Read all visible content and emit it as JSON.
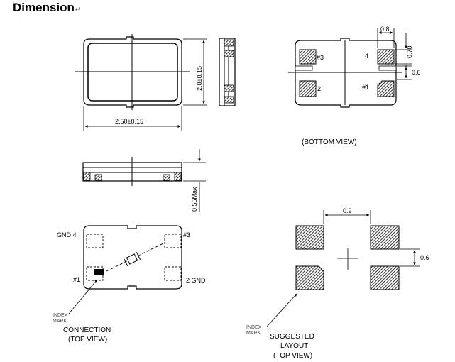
{
  "header": {
    "title": "Dimension",
    "return_mark": "↵",
    "tiny_mark": "·"
  },
  "top_view": {
    "width_dim": "2.50±0.15",
    "height_dim": "2.0±0.15"
  },
  "side_view": {
    "thickness_dim": "0.55Max"
  },
  "bottom_view": {
    "pad_width_dim": "0.8",
    "pad_height_dim": "0.70",
    "gap_dim": "0.6",
    "pad3_label": "#3",
    "pad4_label": "4",
    "pad2_label": "2",
    "pad1_label": "#1",
    "caption": "(BOTTOM VIEW)"
  },
  "connection": {
    "gnd4_label": "GND 4",
    "pad3_label": "#3",
    "pad1_label": "#1",
    "gnd2_label": "2 GND",
    "index_line1": "INDEX",
    "index_line2": "MARK",
    "caption_line1": "CONNECTION",
    "caption_line2": "(TOP VIEW)"
  },
  "layout": {
    "pitch_dim": "0.9",
    "pad_dim": "0.6",
    "index_line1": "INDEX",
    "index_line2": "MARK",
    "caption_line1": "SUGGESTED",
    "caption_line2": "LAYOUT",
    "caption_line3": "(TOP VIEW)"
  }
}
